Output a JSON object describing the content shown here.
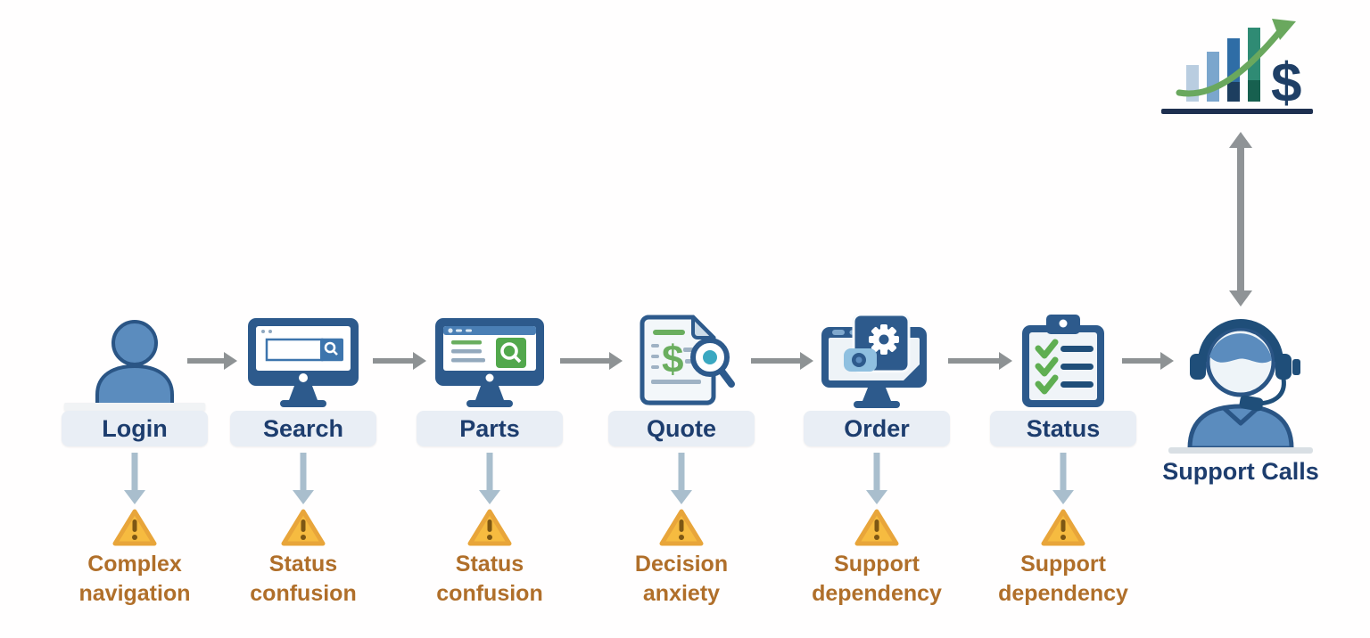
{
  "diagram_type": "customer-journey-flow",
  "flow": {
    "steps": [
      {
        "label": "Login",
        "icon": "user-icon",
        "pain": {
          "line1": "Complex",
          "line2": "navigation"
        }
      },
      {
        "label": "Search",
        "icon": "monitor-search-icon",
        "pain": {
          "line1": "Status",
          "line2": "confusion"
        }
      },
      {
        "label": "Parts",
        "icon": "monitor-parts-list-icon",
        "pain": {
          "line1": "Status",
          "line2": "confusion"
        }
      },
      {
        "label": "Quote",
        "icon": "quote-document-magnifier-icon",
        "pain": {
          "line1": "Decision",
          "line2": "anxiety"
        }
      },
      {
        "label": "Order",
        "icon": "monitor-gear-icon",
        "pain": {
          "line1": "Support",
          "line2": "dependency"
        }
      },
      {
        "label": "Status",
        "icon": "clipboard-checklist-icon",
        "pain": {
          "line1": "Support",
          "line2": "dependency"
        }
      }
    ],
    "endpoint": {
      "label": "Support Calls",
      "icon": "support-agent-headset-icon"
    },
    "outcome": {
      "icon": "rising-costs-chart-icon"
    },
    "symbols": {
      "dollar": "$"
    },
    "colors": {
      "step_label_text": "#1d3d6e",
      "step_label_bg": "#e9eef5",
      "flow_arrow": "#8e9294",
      "drop_arrow": "#a9becd",
      "warning_fill": "#f6bb40",
      "warning_border": "#e8a53a",
      "warning_mark": "#7d5714",
      "pain_text": "#b06f2a",
      "icon_blue": "#5b8cbe",
      "icon_navy": "#2d5a8c",
      "icon_green": "#52a84c",
      "icon_teal": "#3aa8c1",
      "chart_green": "#6aa85e",
      "chart_dollar": "#1f3f66"
    }
  }
}
